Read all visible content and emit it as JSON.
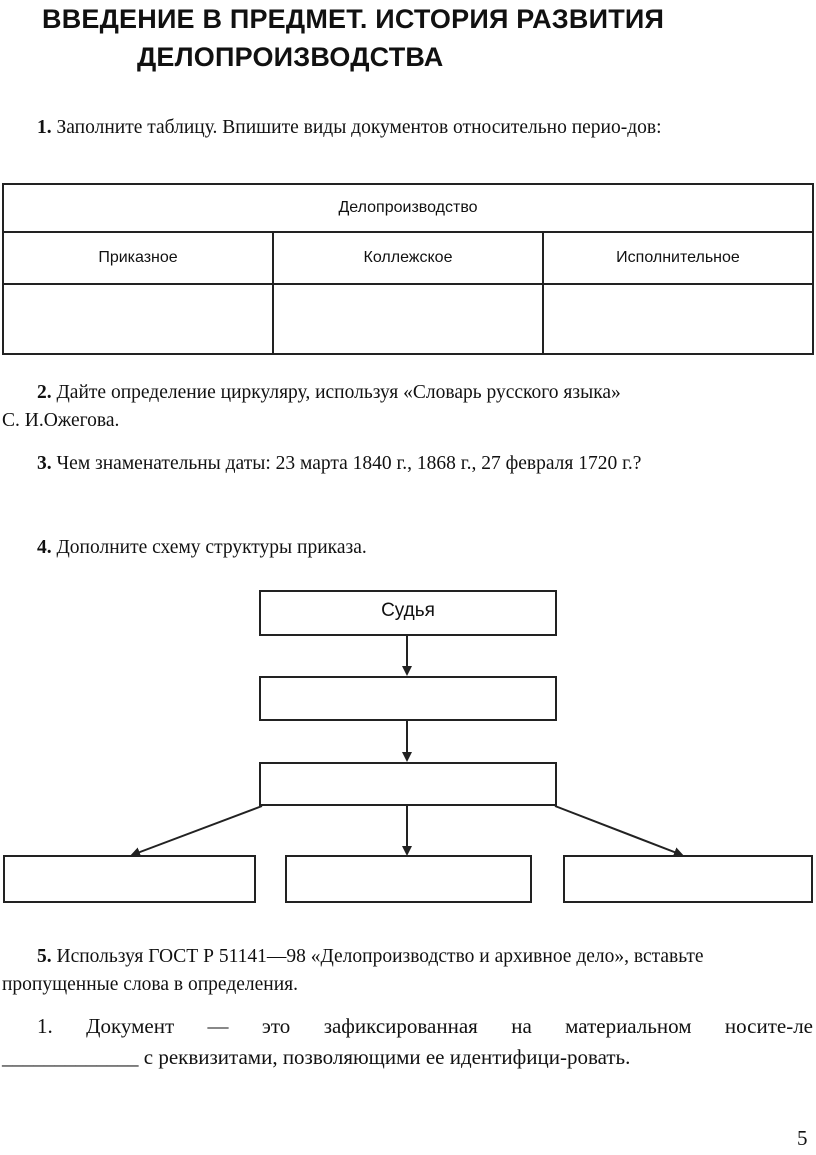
{
  "title": {
    "line1": "ВВЕДЕНИЕ В ПРЕДМЕТ. ИСТОРИЯ РАЗВИТИЯ",
    "line2": "ДЕЛОПРОИЗВОДСТВА"
  },
  "q1": {
    "num": "1.",
    "text": "Заполните таблицу. Впишите виды документов относительно перио-дов:"
  },
  "table": {
    "header": "Делопроизводство",
    "columns": [
      "Приказное",
      "Коллежское",
      "Исполнительное"
    ]
  },
  "q2": {
    "num": "2.",
    "line1": "Дайте определение циркуляру, используя «Словарь русского языка»",
    "line2": "С. И.Ожегова."
  },
  "q3": {
    "num": "3.",
    "text": "Чем знаменательны даты: 23 марта 1840 г., 1868 г., 27 февраля 1720 г.?"
  },
  "q4": {
    "num": "4.",
    "text": "Дополните схему структуры приказа."
  },
  "scheme": {
    "top_box": "Судья"
  },
  "q5": {
    "num": "5.",
    "line1": "Используя ГОСТ Р 51141—98 «Делопроизводство и архивное дело», вставьте",
    "line2": "пропущенные слова в определения."
  },
  "definition": {
    "line1": "1. Документ — это зафиксированная на материальном носите-ле",
    "blank": "_____________",
    "line2": "с реквизитами, позволяющими ее идентифици-ровать."
  },
  "page_number": "5"
}
